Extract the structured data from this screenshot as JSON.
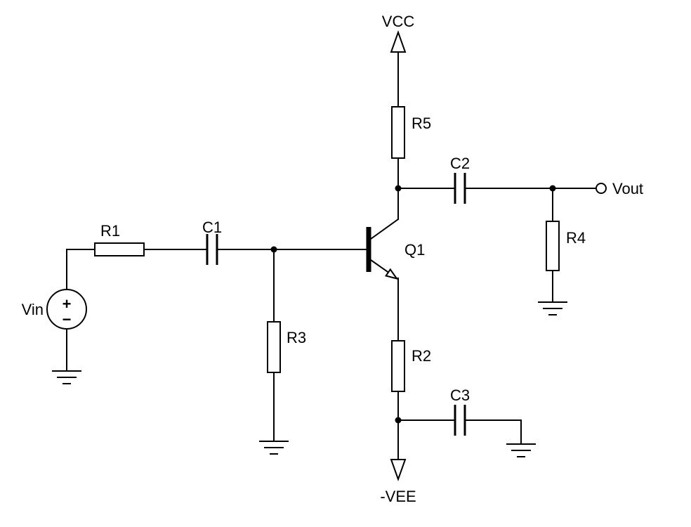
{
  "diagram": {
    "type": "circuit-schematic",
    "colors": {
      "line": "#000000",
      "background": "#ffffff"
    },
    "labels": {
      "vcc": "VCC",
      "vee": "-VEE",
      "vin": "Vin",
      "vout": "Vout",
      "r1": "R1",
      "r2": "R2",
      "r3": "R3",
      "r4": "R4",
      "r5": "R5",
      "c1": "C1",
      "c2": "C2",
      "c3": "C3",
      "q1": "Q1",
      "source_plus": "+",
      "source_minus": "−"
    },
    "components": [
      {
        "ref": "Vin",
        "kind": "voltage-source",
        "orientation": "vertical"
      },
      {
        "ref": "R1",
        "kind": "resistor",
        "orientation": "horizontal"
      },
      {
        "ref": "C1",
        "kind": "capacitor",
        "orientation": "horizontal"
      },
      {
        "ref": "R3",
        "kind": "resistor",
        "orientation": "vertical"
      },
      {
        "ref": "Q1",
        "kind": "npn-transistor",
        "orientation": "base-left"
      },
      {
        "ref": "R5",
        "kind": "resistor",
        "orientation": "vertical"
      },
      {
        "ref": "R2",
        "kind": "resistor",
        "orientation": "vertical"
      },
      {
        "ref": "C2",
        "kind": "capacitor",
        "orientation": "horizontal"
      },
      {
        "ref": "C3",
        "kind": "capacitor",
        "orientation": "horizontal"
      },
      {
        "ref": "R4",
        "kind": "resistor",
        "orientation": "vertical"
      },
      {
        "ref": "VCC",
        "kind": "power-rail-arrow-up"
      },
      {
        "ref": "-VEE",
        "kind": "power-rail-arrow-down"
      },
      {
        "ref": "Vout",
        "kind": "output-terminal"
      }
    ]
  }
}
